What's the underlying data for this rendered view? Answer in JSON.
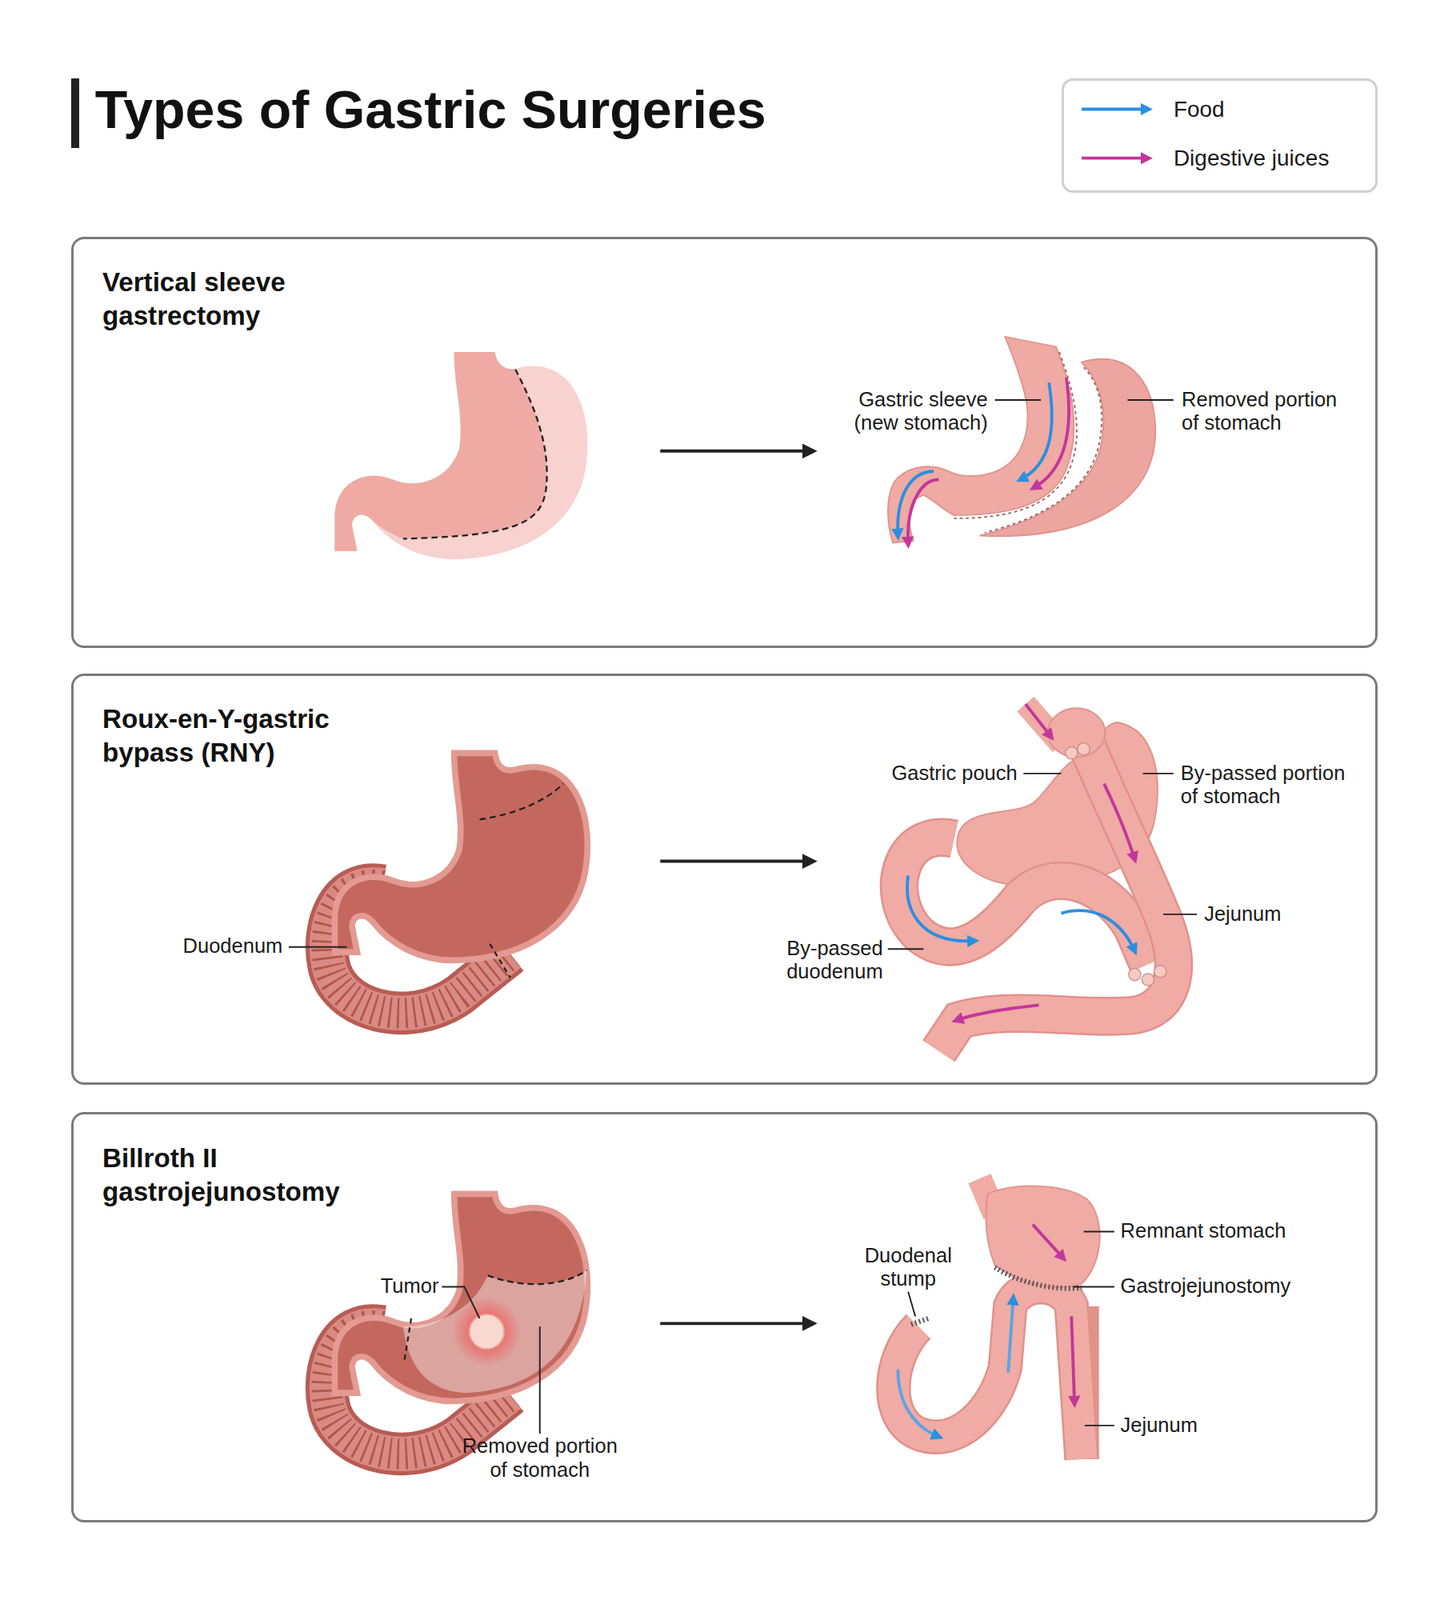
{
  "diagram": {
    "title": "Types of Gastric Surgeries",
    "nodes": [
      {
        "text": [
          "Vertical sleeve gastrectomy"
        ]
      },
      {
        "text": [
          "Roux-en-Y-gastric bypass (RNY)"
        ]
      },
      {
        "text": [
          "Billroth II gastrojejunostomy"
        ]
      }
    ],
    "labels": [
      "Gastric sleeve (new stomach)",
      "Removed portion of stomach",
      "Gastric pouch",
      "By-passed portion of stomach",
      "Duodenum",
      "By-passed duodenum",
      "Jejunum",
      "Tumor",
      "Removed portion of stomach",
      "Duodenal stump",
      "Remnant stomach",
      "Gastrojejunostomy",
      "Jejunum"
    ],
    "legend": [
      {
        "text": "Food"
      },
      {
        "text": "Digestive juices"
      }
    ]
  }
}
